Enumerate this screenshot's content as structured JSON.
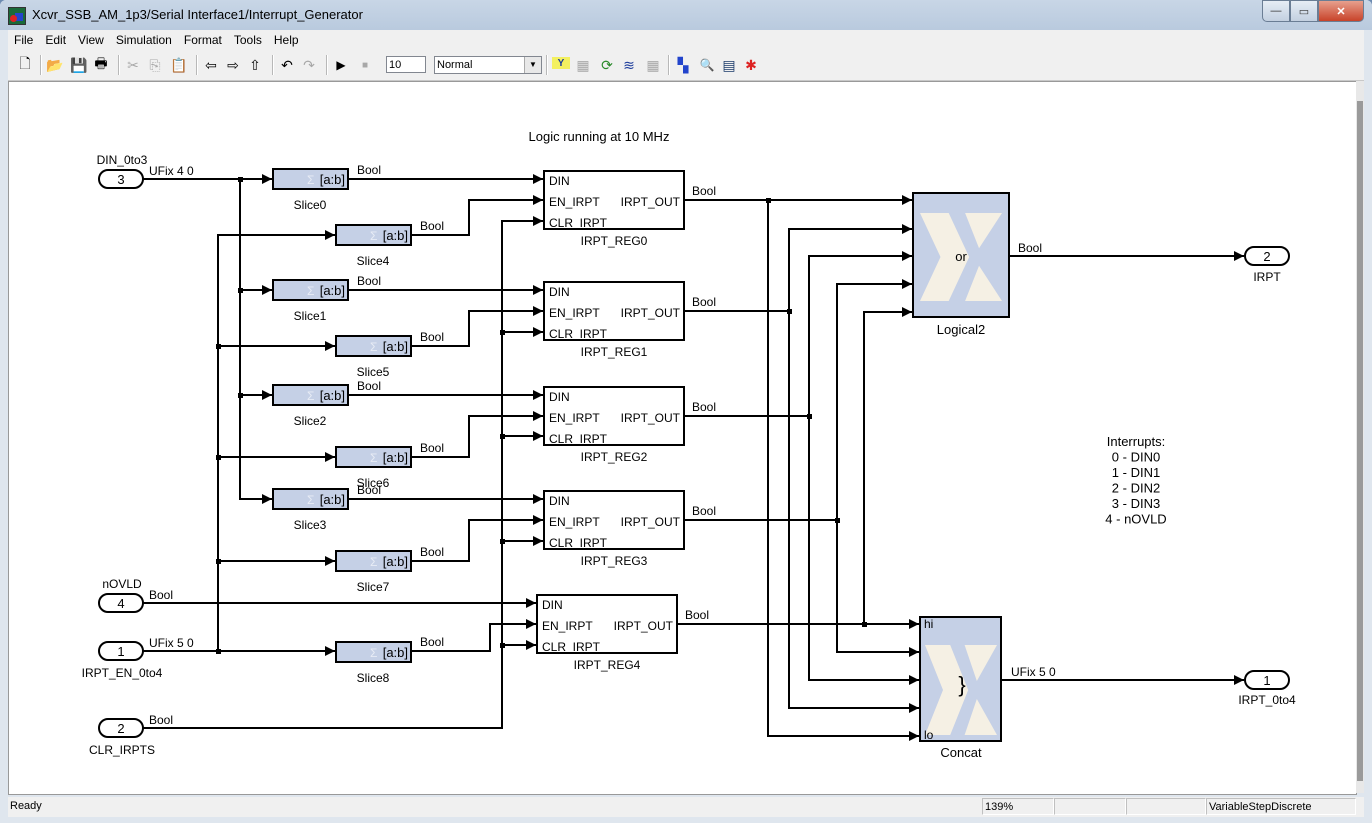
{
  "window": {
    "title": "Xcvr_SSB_AM_1p3/Serial Interface1/Interrupt_Generator",
    "minimize": "—",
    "maximize": "▭",
    "close": "✕"
  },
  "menubar": {
    "items": [
      {
        "label": "File"
      },
      {
        "label": "Edit"
      },
      {
        "label": "View"
      },
      {
        "label": "Simulation"
      },
      {
        "label": "Format"
      },
      {
        "label": "Tools"
      },
      {
        "label": "Help"
      }
    ]
  },
  "toolbar": {
    "stop_time": "10",
    "sim_mode": "Normal",
    "icons": {
      "new": "🗋",
      "open": "📂",
      "save": "💾",
      "print": "🖶",
      "cut": "✂",
      "copy": "⎘",
      "paste": "📋",
      "back": "⇦",
      "forward": "⇨",
      "up": "⇧",
      "undo": "↶",
      "redo": "↷",
      "start": "▶",
      "stop": "■",
      "dropdown": "▼",
      "sysgen": "Y",
      "lib": "▦",
      "refresh": "⟳",
      "stack": "≋",
      "lib2": "▦",
      "model": "▚",
      "explorer": "🔍",
      "props": "▤",
      "debug": "✱"
    }
  },
  "diagram": {
    "annotation": "Logic running at 10 MHz",
    "notes": [
      "Interrupts:",
      "0 - DIN0",
      "1 - DIN1",
      "2 - DIN2",
      "3 - DIN3",
      "4 - nOVLD"
    ],
    "inports": [
      {
        "num": "3",
        "name": "DIN_0to3",
        "signal": "UFix_4_0"
      },
      {
        "num": "4",
        "name": "nOVLD",
        "signal": "Bool"
      },
      {
        "num": "1",
        "name": "IRPT_EN_0to4",
        "signal": "UFix_5_0"
      },
      {
        "num": "2",
        "name": "CLR_IRPTS",
        "signal": "Bool"
      }
    ],
    "slices": [
      {
        "name": "Slice0",
        "label": "[a:b]",
        "out": "Bool"
      },
      {
        "name": "Slice4",
        "label": "[a:b]",
        "out": "Bool"
      },
      {
        "name": "Slice1",
        "label": "[a:b]",
        "out": "Bool"
      },
      {
        "name": "Slice5",
        "label": "[a:b]",
        "out": "Bool"
      },
      {
        "name": "Slice2",
        "label": "[a:b]",
        "out": "Bool"
      },
      {
        "name": "Slice6",
        "label": "[a:b]",
        "out": "Bool"
      },
      {
        "name": "Slice3",
        "label": "[a:b]",
        "out": "Bool"
      },
      {
        "name": "Slice7",
        "label": "[a:b]",
        "out": "Bool"
      },
      {
        "name": "Slice8",
        "label": "[a:b]",
        "out": "Bool"
      }
    ],
    "registers": [
      {
        "name": "IRPT_REG0",
        "out": "Bool"
      },
      {
        "name": "IRPT_REG1",
        "out": "Bool"
      },
      {
        "name": "IRPT_REG2",
        "out": "Bool"
      },
      {
        "name": "IRPT_REG3",
        "out": "Bool"
      },
      {
        "name": "IRPT_REG4",
        "out": "Bool"
      }
    ],
    "reg_ports": {
      "din": "DIN",
      "en": "EN_IRPT",
      "clr": "CLR_IRPT",
      "out": "IRPT_OUT"
    },
    "logical": {
      "name": "Logical2",
      "op": "or",
      "out": "Bool"
    },
    "concat": {
      "name": "Concat",
      "symbol": "}",
      "hi": "hi",
      "lo": "lo",
      "out": "UFix_5_0"
    },
    "outports": [
      {
        "num": "2",
        "name": "IRPT"
      },
      {
        "num": "1",
        "name": "IRPT_0to4"
      }
    ]
  },
  "statusbar": {
    "status": "Ready",
    "zoom": "139%",
    "cell2": "",
    "cell3": "",
    "solver": "VariableStepDiscrete"
  }
}
